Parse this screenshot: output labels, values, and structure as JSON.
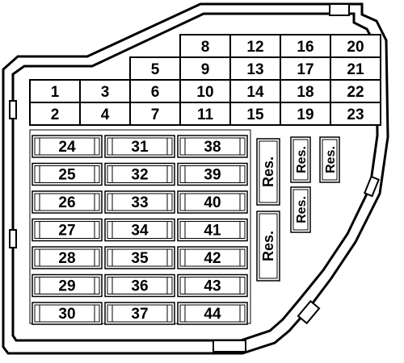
{
  "grid_top": [
    [
      "",
      "",
      "",
      "",
      "8",
      "12",
      "16",
      "20"
    ],
    [
      "",
      "",
      "5",
      "9",
      "13",
      "17",
      "21"
    ],
    [
      "1",
      "3",
      "6",
      "10",
      "14",
      "18",
      "22"
    ],
    [
      "2",
      "4",
      "7",
      "11",
      "15",
      "19",
      "23"
    ]
  ],
  "fuse_columns": [
    [
      "24",
      "25",
      "26",
      "27",
      "28",
      "29",
      "30"
    ],
    [
      "31",
      "32",
      "33",
      "34",
      "35",
      "36",
      "37"
    ],
    [
      "38",
      "39",
      "40",
      "41",
      "42",
      "43",
      "44"
    ]
  ],
  "relay_label": "Res."
}
